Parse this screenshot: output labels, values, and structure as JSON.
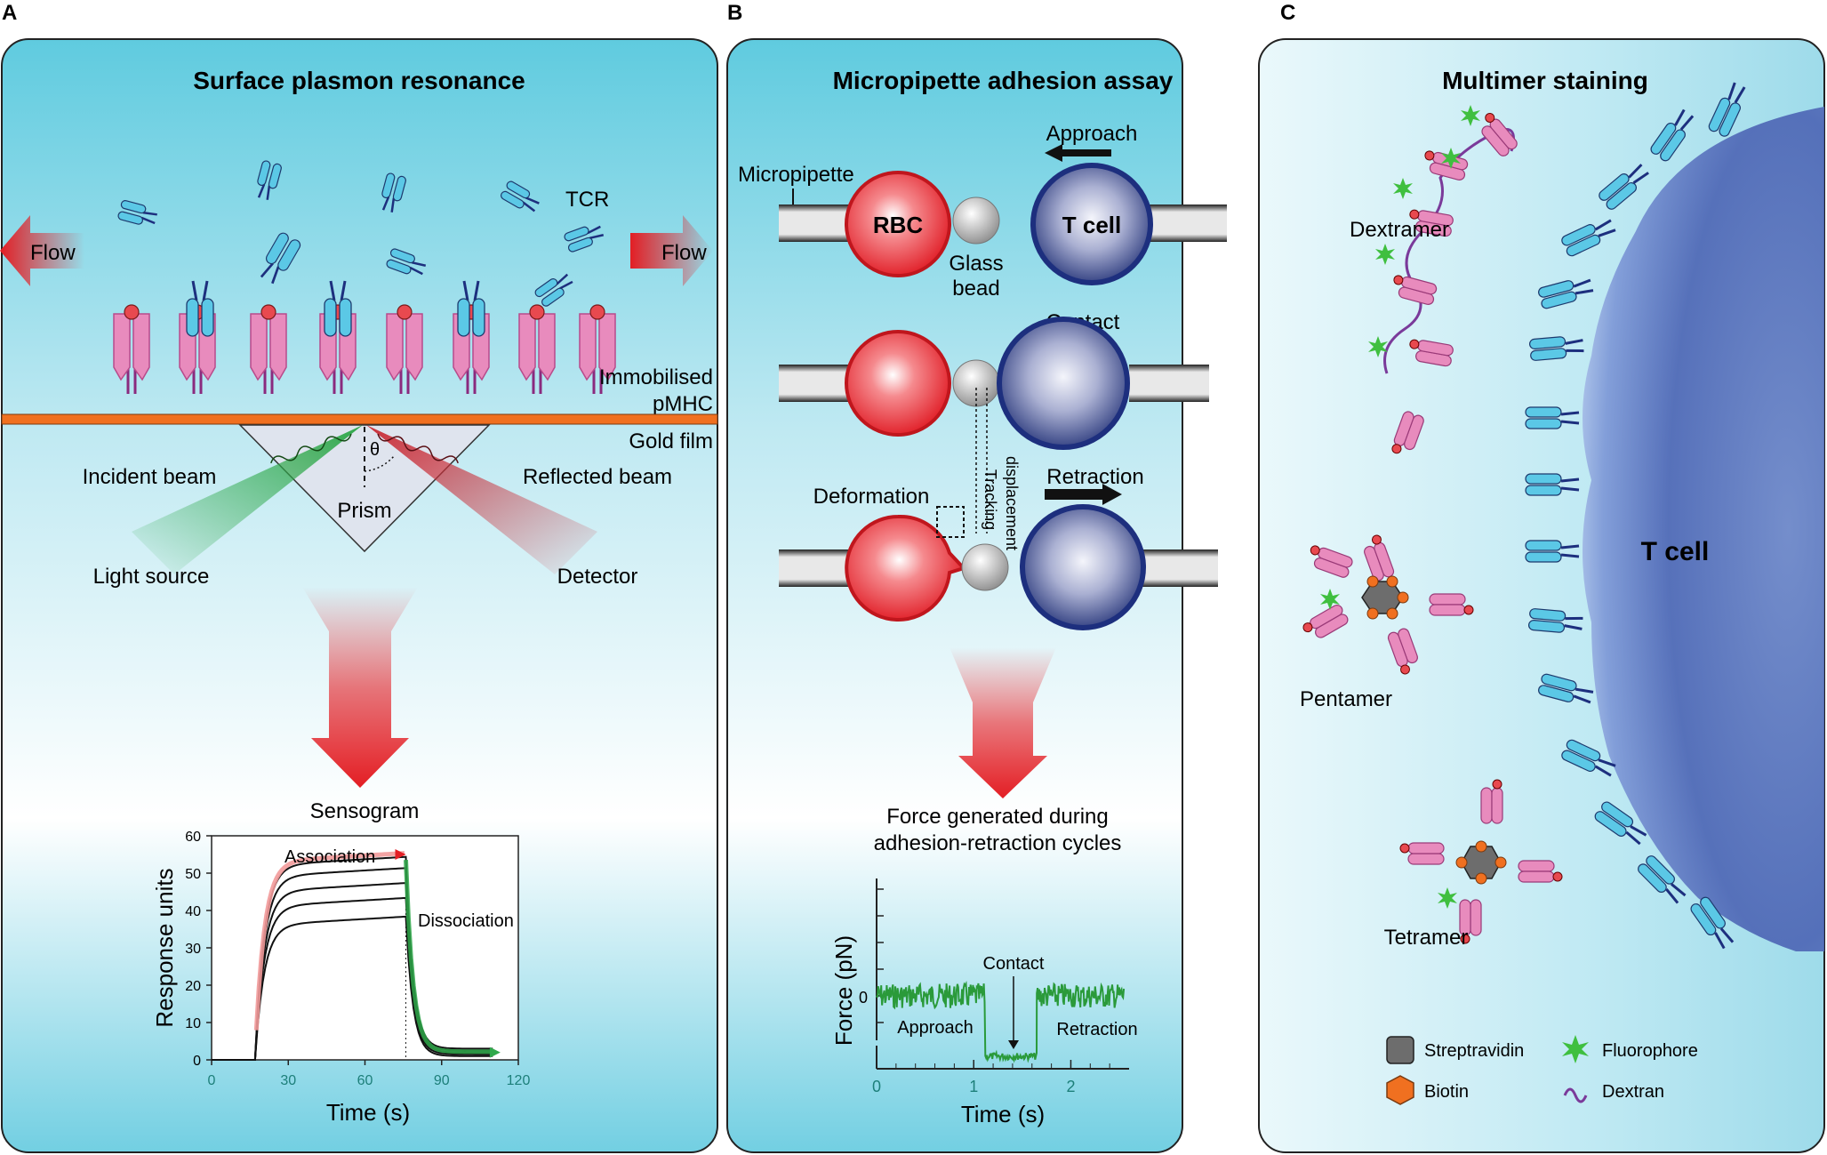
{
  "panels": {
    "a": {
      "letter": "A",
      "title": "Surface plasmon resonance",
      "flow_left": "Flow",
      "flow_right": "Flow",
      "tcr": "TCR",
      "immobilised_1": "Immobilised",
      "immobilised_2": "pMHC",
      "gold_film": "Gold film",
      "theta": "θ",
      "incident_beam": "Incident beam",
      "reflected_beam": "Reflected beam",
      "prism": "Prism",
      "light_source": "Light source",
      "detector": "Detector",
      "sensogram": "Sensogram"
    },
    "b": {
      "letter": "B",
      "title": "Micropipette adhesion assay",
      "micropipette": "Micropipette",
      "approach": "Approach",
      "rbc": "RBC",
      "glass_1": "Glass",
      "glass_2": "bead",
      "tcell": "T cell",
      "contact": "Contact",
      "tracking_1": "Tracking",
      "tracking_2": "displacement",
      "deformation": "Deformation",
      "retraction": "Retraction",
      "force_1": "Force generated during",
      "force_2": "adhesion-retraction cycles"
    },
    "c": {
      "letter": "C",
      "title": "Multimer staining",
      "dextramer": "Dextramer",
      "tcell": "T cell",
      "pentamer": "Pentamer",
      "tetramer": "Tetramer",
      "legend": {
        "streptavidin": "Streptravidin",
        "biotin": "Biotin",
        "fluorophore": "Fluorophore",
        "dextran": "Dextran"
      }
    }
  },
  "colors": {
    "panel_top": "#66cde0",
    "tcr": "#5bc8e6",
    "tcr_dark": "#1d2f7e",
    "pmhc": "#e88bbd",
    "peptide": "#e8494f",
    "gold": "#f07020",
    "flow": "#e31e24",
    "fluorophore": "#3fbf3f",
    "dextran": "#7a3a9a",
    "streptavidin": "#6d6d6d",
    "biotin": "#f07020"
  },
  "chart_data": [
    {
      "type": "line",
      "title": "Sensogram",
      "xlabel": "Time (s)",
      "ylabel": "Response units",
      "xlim": [
        0,
        120
      ],
      "ylim": [
        0,
        60
      ],
      "xticks": [
        0,
        30,
        60,
        90,
        120
      ],
      "yticks": [
        0,
        10,
        20,
        30,
        40,
        50,
        60
      ],
      "injection_start": 17,
      "injection_end": 76,
      "annotations": [
        "Association",
        "Dissociation"
      ],
      "series": [
        {
          "plateau": 52,
          "off_level": 3
        },
        {
          "plateau": 49,
          "off_level": 2.5
        },
        {
          "plateau": 45,
          "off_level": 2
        },
        {
          "plateau": 41,
          "off_level": 1.5
        },
        {
          "plateau": 36,
          "off_level": 1
        }
      ]
    },
    {
      "type": "line",
      "xlabel": "Time (s)",
      "ylabel": "Force (pN)",
      "xlim": [
        0,
        2.6
      ],
      "xticks": [
        0,
        1,
        2
      ],
      "yticks": [
        0
      ],
      "annotations": [
        "Approach",
        "Contact",
        "Retraction"
      ],
      "segments": [
        {
          "from": 0.0,
          "to": 1.12,
          "level": 0
        },
        {
          "from": 1.12,
          "to": 1.65,
          "level": -1
        },
        {
          "from": 1.65,
          "to": 2.55,
          "level": 0
        }
      ]
    }
  ]
}
